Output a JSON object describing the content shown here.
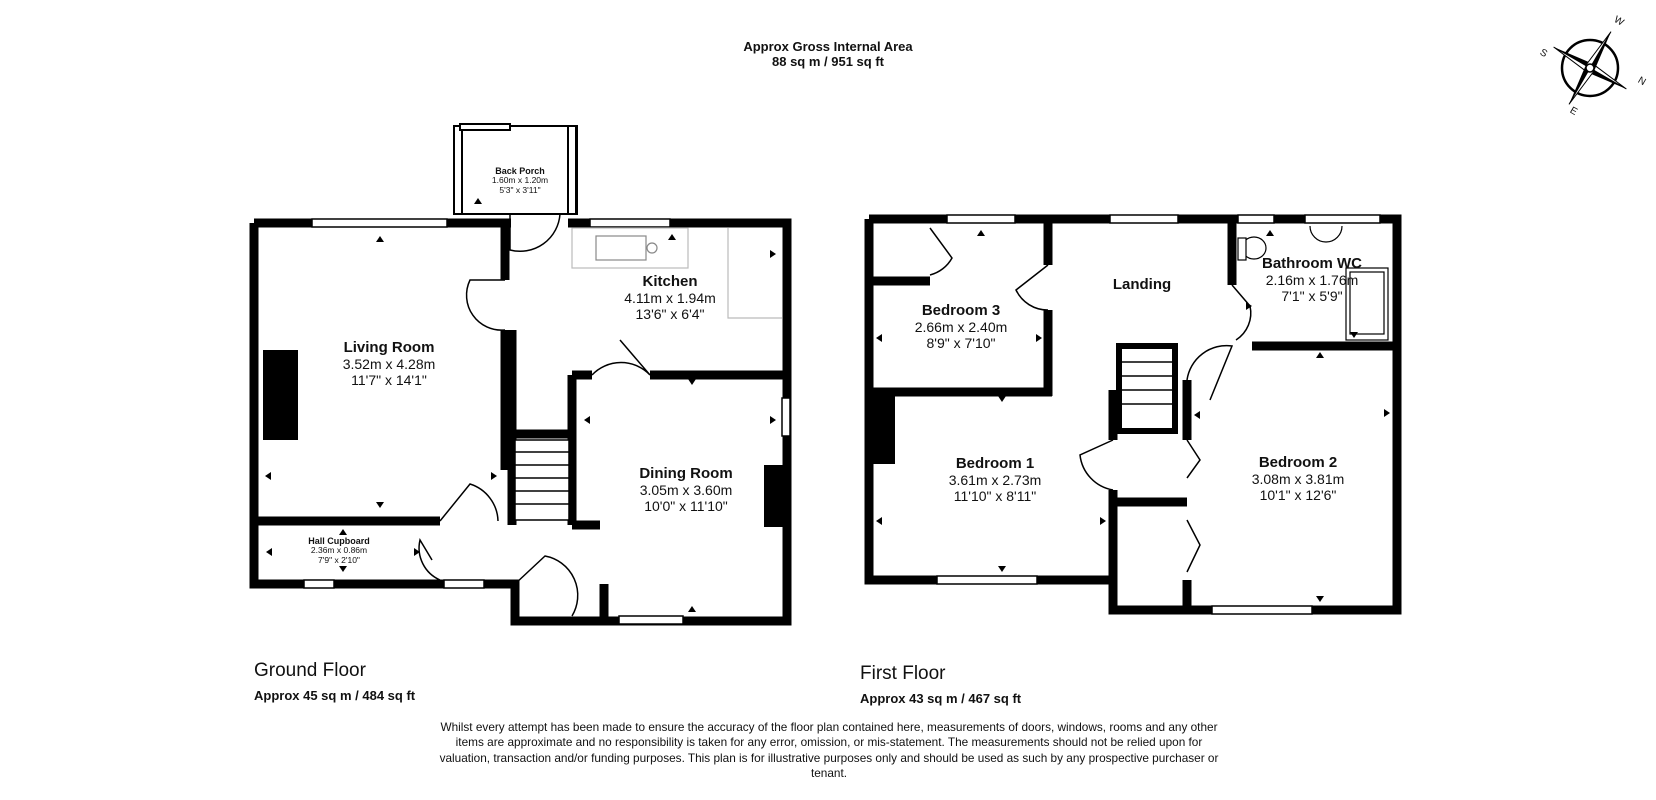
{
  "header": {
    "title": "Approx Gross Internal Area",
    "area": "88 sq m / 951 sq ft"
  },
  "floors": {
    "ground": {
      "title": "Ground Floor",
      "area": "Approx 45 sq m / 484 sq ft"
    },
    "first": {
      "title": "First Floor",
      "area": "Approx 43 sq m / 467 sq ft"
    }
  },
  "rooms": {
    "back_porch": {
      "name": "Back Porch",
      "metric": "1.60m x 1.20m",
      "imperial": "5'3\" x 3'11\""
    },
    "kitchen": {
      "name": "Kitchen",
      "metric": "4.11m x 1.94m",
      "imperial": "13'6\" x 6'4\""
    },
    "living_room": {
      "name": "Living Room",
      "metric": "3.52m x 4.28m",
      "imperial": "11'7\" x 14'1\""
    },
    "dining_room": {
      "name": "Dining Room",
      "metric": "3.05m x 3.60m",
      "imperial": "10'0\" x 11'10\""
    },
    "hall_cupboard": {
      "name": "Hall Cupboard",
      "metric": "2.36m x 0.86m",
      "imperial": "7'9\" x 2'10\""
    },
    "bedroom_3": {
      "name": "Bedroom 3",
      "metric": "2.66m x 2.40m",
      "imperial": "8'9\" x 7'10\""
    },
    "landing": {
      "name": "Landing"
    },
    "bathroom": {
      "name": "Bathroom WC",
      "metric": "2.16m x 1.76m",
      "imperial": "7'1\" x 5'9\""
    },
    "bedroom_1": {
      "name": "Bedroom 1",
      "metric": "3.61m x 2.73m",
      "imperial": "11'10\" x 8'11\""
    },
    "bedroom_2": {
      "name": "Bedroom 2",
      "metric": "3.08m x 3.81m",
      "imperial": "10'1\" x 12'6\""
    }
  },
  "compass": {
    "n": "N",
    "e": "E",
    "s": "S",
    "w": "W"
  },
  "disclaimer": "Whilst every attempt has been made to ensure the accuracy of the floor plan contained here, measurements of doors, windows, rooms and any other items are approximate and no responsibility is taken for any error, omission, or mis-statement. The measurements should not be relied upon for valuation, transaction and/or funding purposes. This plan is for illustrative purposes only and should be used as such by any prospective purchaser or tenant.",
  "colors": {
    "wall": "#000000",
    "fixture": "#bbbbbb",
    "text": "#111111"
  }
}
